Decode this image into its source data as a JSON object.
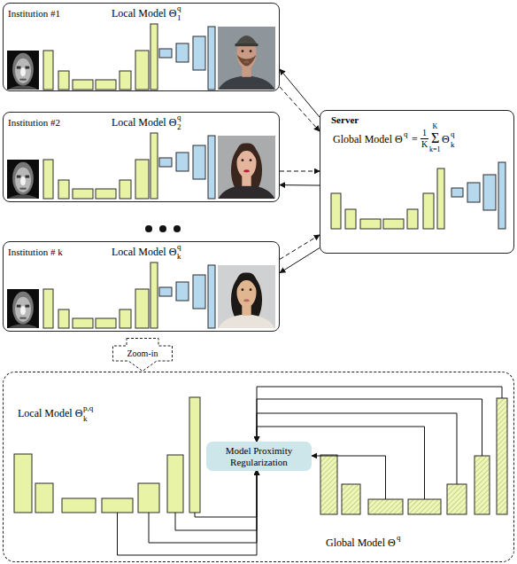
{
  "diagram": {
    "nodes": [
      {
        "text": [
          "Institution #1",
          "Local Model Θ",
          "q",
          "1"
        ]
      },
      {
        "text": [
          "Institution #2",
          "Local Model Θ",
          "q",
          "2"
        ]
      },
      {
        "text": [
          "Server",
          "Global Model Θ",
          "q",
          "=",
          "1",
          "K",
          "Σ",
          "K",
          "k=1",
          "Θ",
          "q",
          "k"
        ]
      },
      {
        "text": [
          "Institution # k",
          "Local Model Θ",
          "q",
          "k"
        ]
      },
      {
        "text": [
          "Zoom-in"
        ]
      },
      {
        "text": [
          "Local Model Θ",
          "p,q",
          "k",
          "Global Model Θ",
          "q"
        ]
      },
      {
        "text": [
          "Model Proximity Regularization"
        ],
        "in": 5
      }
    ],
    "edges": [
      {
        "from": 0,
        "to": 2,
        "arrow": "to"
      },
      {
        "from": 2,
        "to": 0,
        "arrow": "to"
      },
      {
        "from": 1,
        "to": 2,
        "arrow": "to"
      },
      {
        "from": 2,
        "to": 1,
        "arrow": "to"
      },
      {
        "from": 3,
        "to": 2,
        "arrow": "to"
      },
      {
        "from": 2,
        "to": 3,
        "arrow": "to"
      }
    ]
  }
}
